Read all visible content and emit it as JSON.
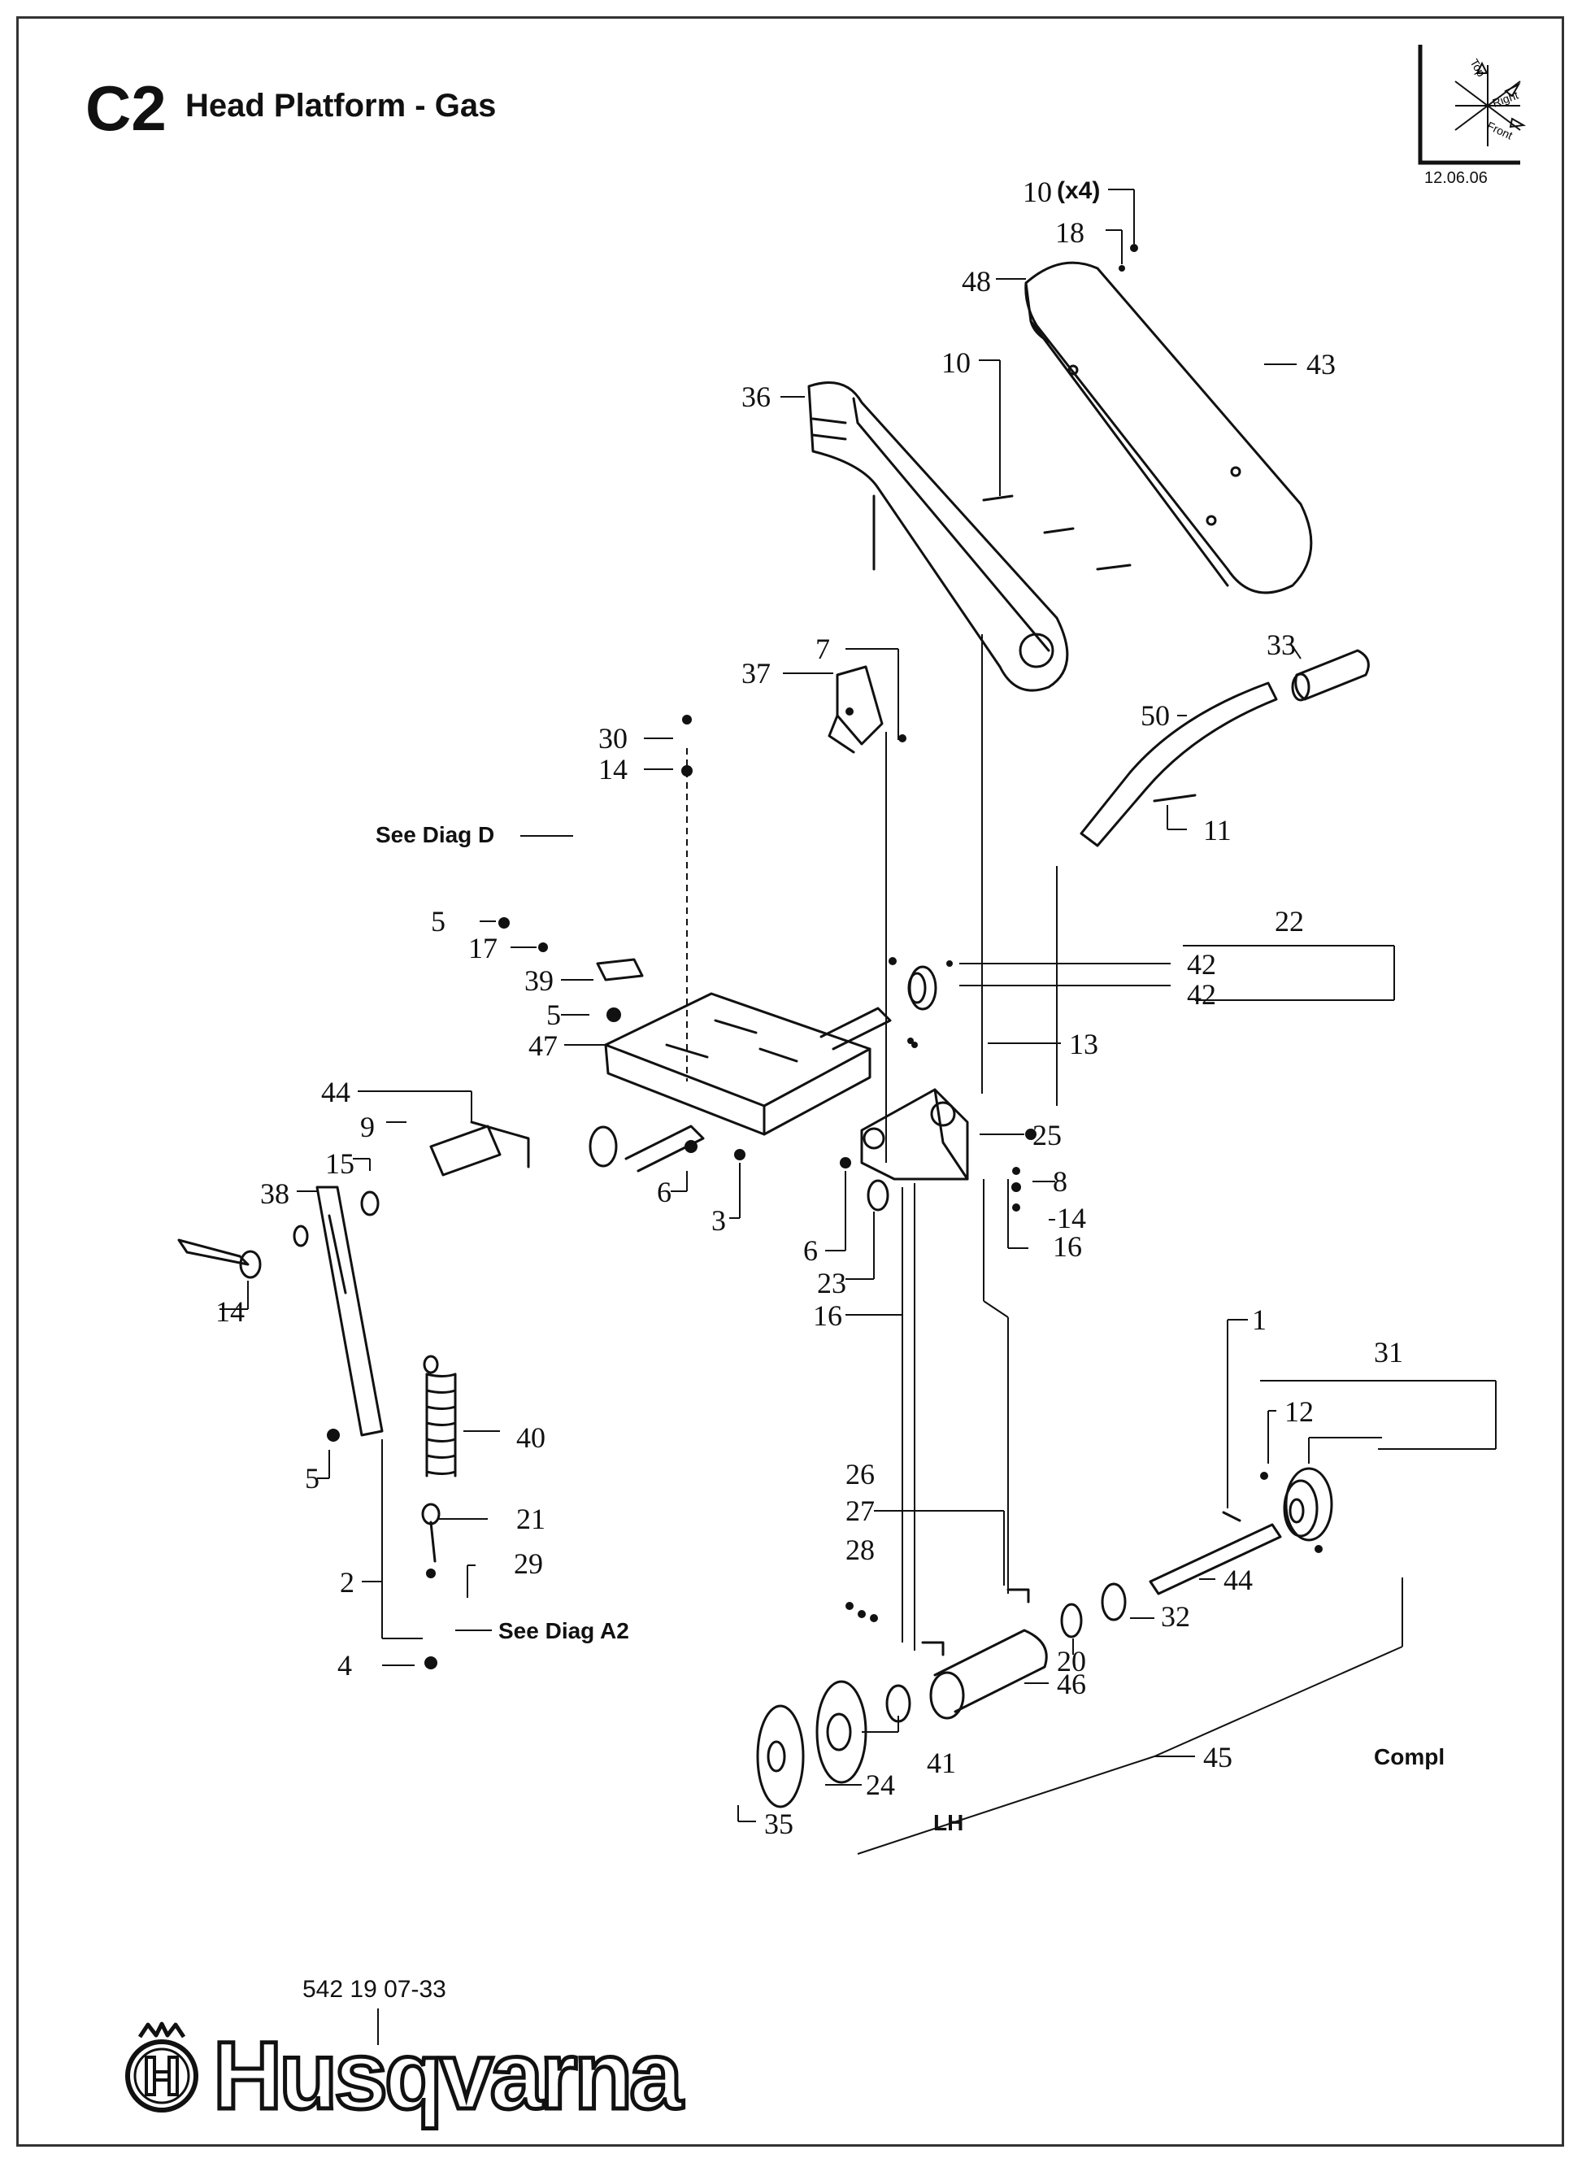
{
  "header": {
    "section_code": "C2",
    "title": "Head Platform - Gas",
    "date": "12.06.06"
  },
  "orientation": {
    "top": "Top",
    "right": "Right",
    "front": "Front"
  },
  "footer": {
    "part_number": "542 19 07-33",
    "brand": "Husqvarna"
  },
  "notes": {
    "see_diag_d": "See Diag D",
    "see_diag_a2": "See Diag A2",
    "compl": "Compl",
    "lh": "LH"
  },
  "callouts": [
    "10",
    "(x4)",
    "18",
    "48",
    "43",
    "10",
    "36",
    "7",
    "37",
    "33",
    "30",
    "14",
    "50",
    "11",
    "See Diag D",
    "5",
    "17",
    "39",
    "22",
    "42",
    "42",
    "5",
    "47",
    "13",
    "44",
    "9",
    "25",
    "15",
    "38",
    "6",
    "3",
    "6",
    "8",
    "14",
    "16",
    "14",
    "23",
    "16",
    "1",
    "31",
    "12",
    "40",
    "5",
    "21",
    "26",
    "27",
    "28",
    "2",
    "29",
    "44",
    "32",
    "4",
    "20",
    "46",
    "41",
    "45",
    "24",
    "35"
  ]
}
